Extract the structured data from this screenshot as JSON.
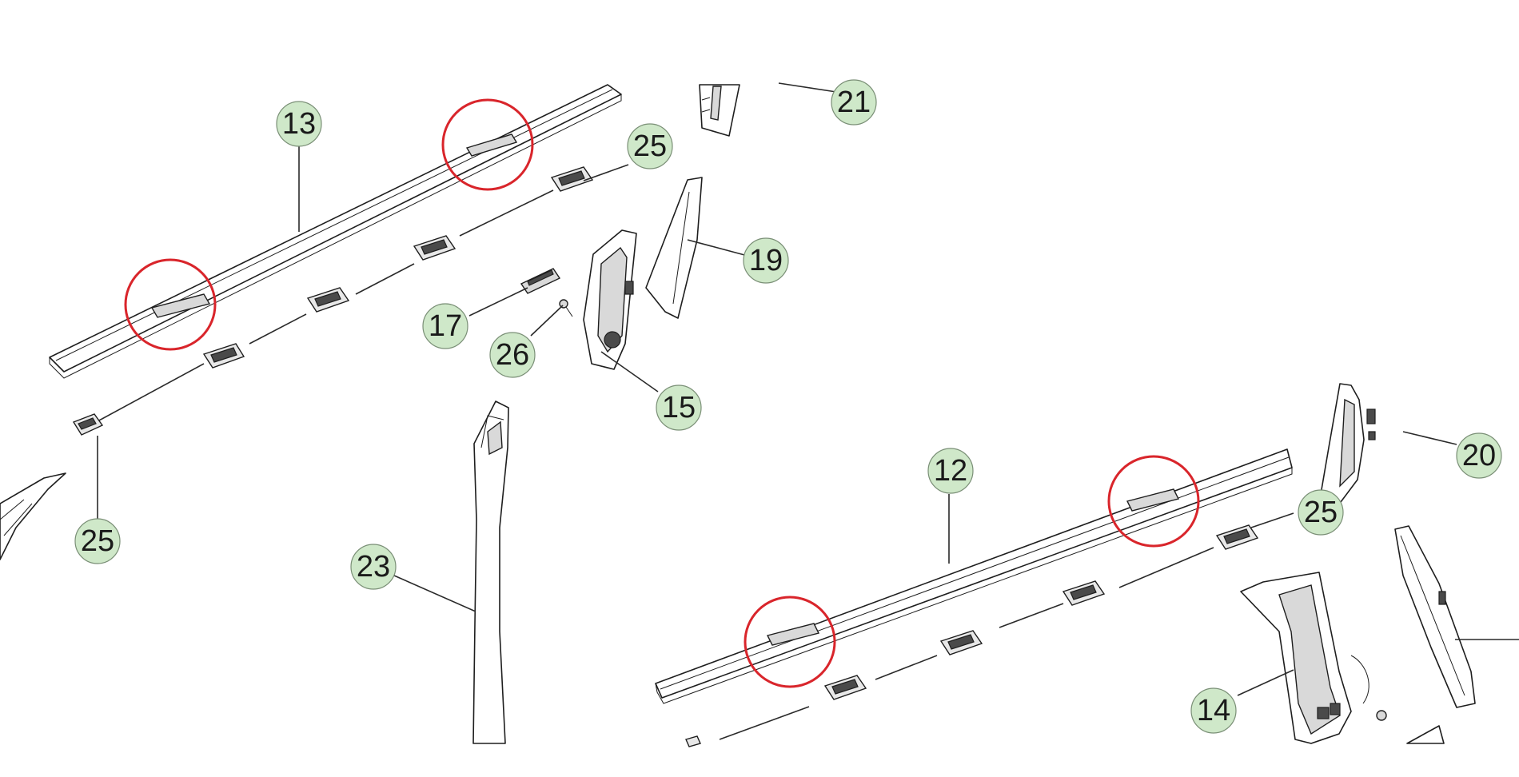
{
  "diagram": {
    "colors": {
      "callout_fill": "#cfe8c9",
      "highlight_ring": "#d9252b",
      "line": "#1e1e1e"
    },
    "callouts": [
      {
        "id": "c13",
        "label": "13"
      },
      {
        "id": "c21",
        "label": "21"
      },
      {
        "id": "c25a",
        "label": "25"
      },
      {
        "id": "c19",
        "label": "19"
      },
      {
        "id": "c17",
        "label": "17"
      },
      {
        "id": "c26",
        "label": "26"
      },
      {
        "id": "c15",
        "label": "15"
      },
      {
        "id": "c25b",
        "label": "25"
      },
      {
        "id": "c23",
        "label": "23"
      },
      {
        "id": "c12",
        "label": "12"
      },
      {
        "id": "c20",
        "label": "20"
      },
      {
        "id": "c25c",
        "label": "25"
      },
      {
        "id": "c14",
        "label": "14"
      }
    ]
  }
}
